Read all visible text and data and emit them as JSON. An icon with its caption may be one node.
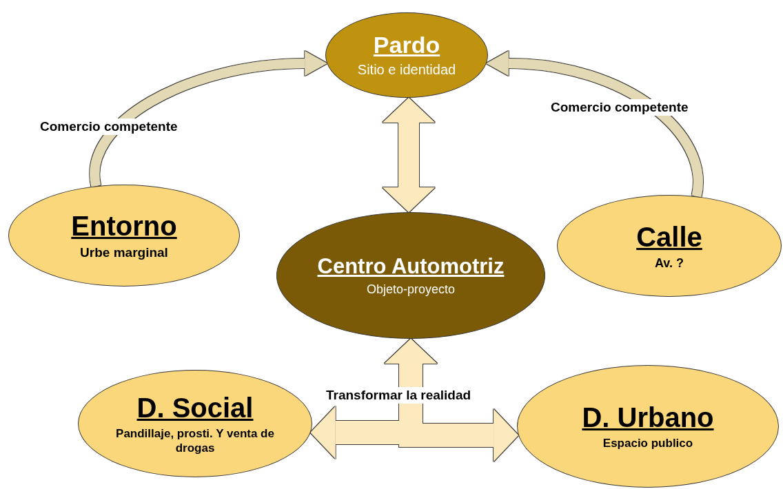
{
  "diagram": {
    "nodes": [
      {
        "text": [
          "Pardo",
          "Sitio e identidad"
        ]
      },
      {
        "text": [
          "Entorno",
          "Urbe marginal"
        ]
      },
      {
        "text": [
          "Centro Automotriz",
          "Objeto-proyecto"
        ]
      },
      {
        "text": [
          "Calle",
          "Av. ?"
        ]
      },
      {
        "text": [
          "D. Social",
          "Pandillaje, prosti. Y venta de drogas"
        ]
      },
      {
        "text": [
          "D. Urbano",
          "Espacio publico"
        ]
      }
    ],
    "edges": [
      {
        "from": 1,
        "to": 0,
        "arrow": "to",
        "label": "Comercio competente"
      },
      {
        "from": 3,
        "to": 0,
        "arrow": "to",
        "label": "Comercio competente"
      },
      {
        "from": 0,
        "to": 2,
        "arrow": "both"
      },
      {
        "from": 4,
        "to": 2,
        "arrow": "both",
        "label": "Transformar la realidad"
      },
      {
        "from": 5,
        "to": 2,
        "arrow": "both"
      }
    ]
  }
}
